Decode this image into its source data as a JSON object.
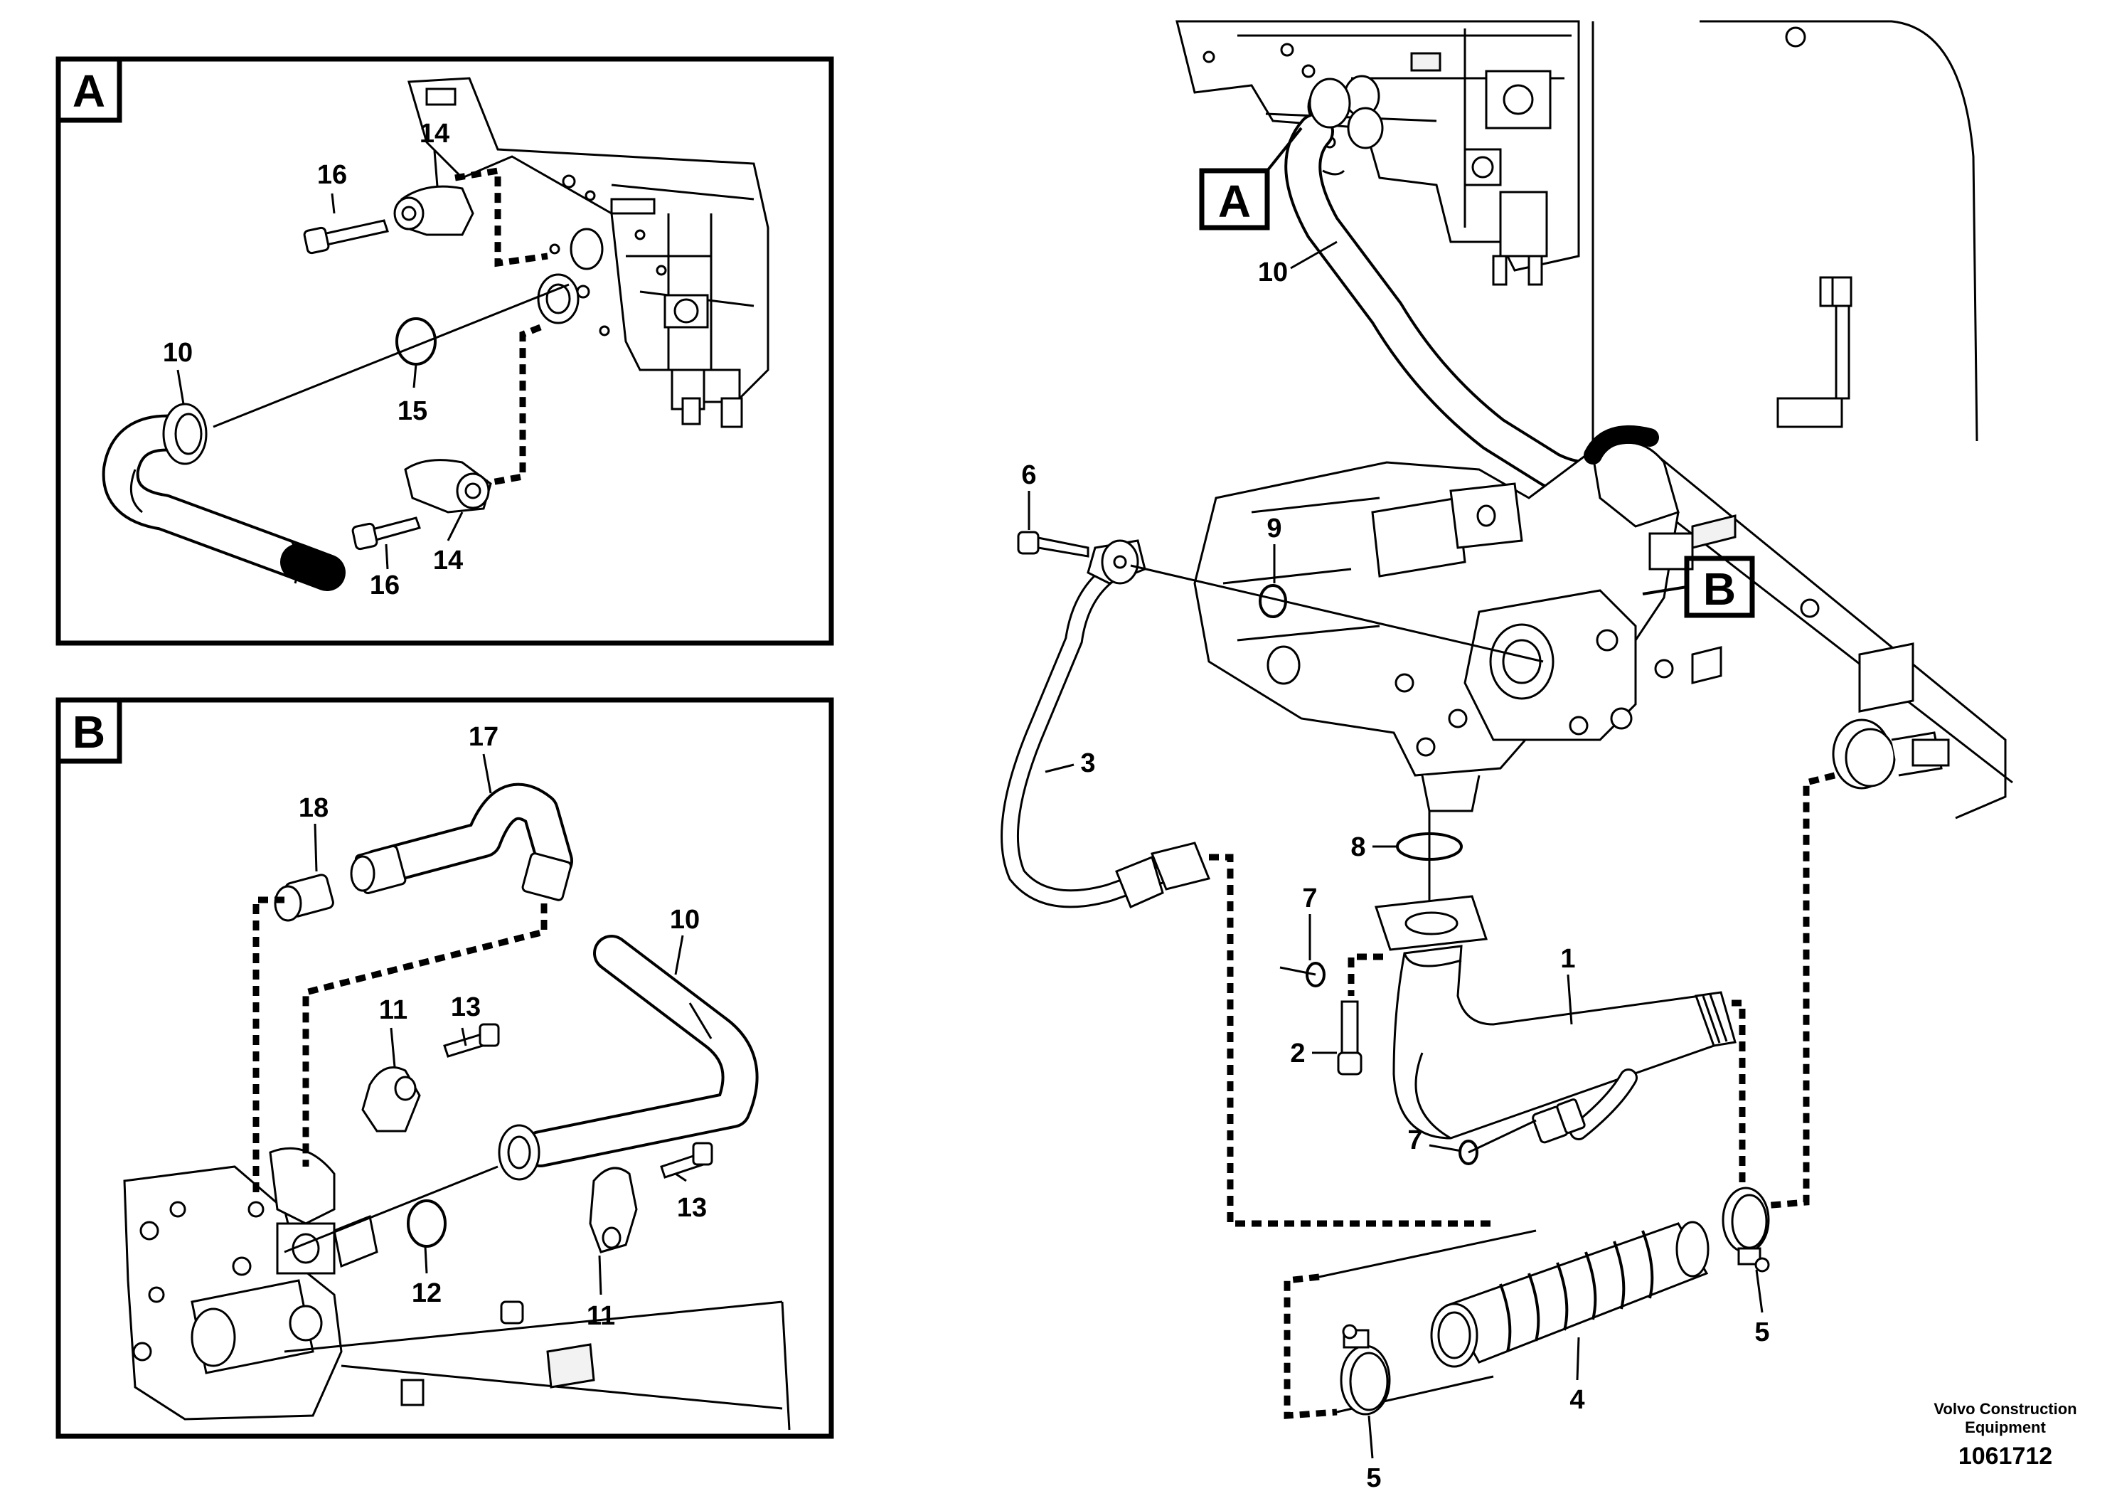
{
  "detail_views": [
    {
      "tag": "A"
    },
    {
      "tag": "B"
    }
  ],
  "main_view_tags": {
    "a": "A",
    "b": "B"
  },
  "callouts": {
    "a_16_top": "16",
    "a_14_top": "14",
    "a_10": "10",
    "a_15": "15",
    "a_16_bottom": "16",
    "a_14_bottom": "14",
    "b_17": "17",
    "b_18": "18",
    "b_10": "10",
    "b_13_top": "13",
    "b_11_top": "11",
    "b_12": "12",
    "b_13_bottom": "13",
    "b_11_bottom": "11",
    "m_10": "10",
    "m_6": "6",
    "m_9": "9",
    "m_3": "3",
    "m_8": "8",
    "m_7_top": "7",
    "m_2": "2",
    "m_1": "1",
    "m_7_bottom": "7",
    "m_5_right": "5",
    "m_4": "4",
    "m_5_bottom": "5"
  },
  "publisher": {
    "line1": "Volvo Construction",
    "line2": "Equipment"
  },
  "drawing_number": "1061712"
}
